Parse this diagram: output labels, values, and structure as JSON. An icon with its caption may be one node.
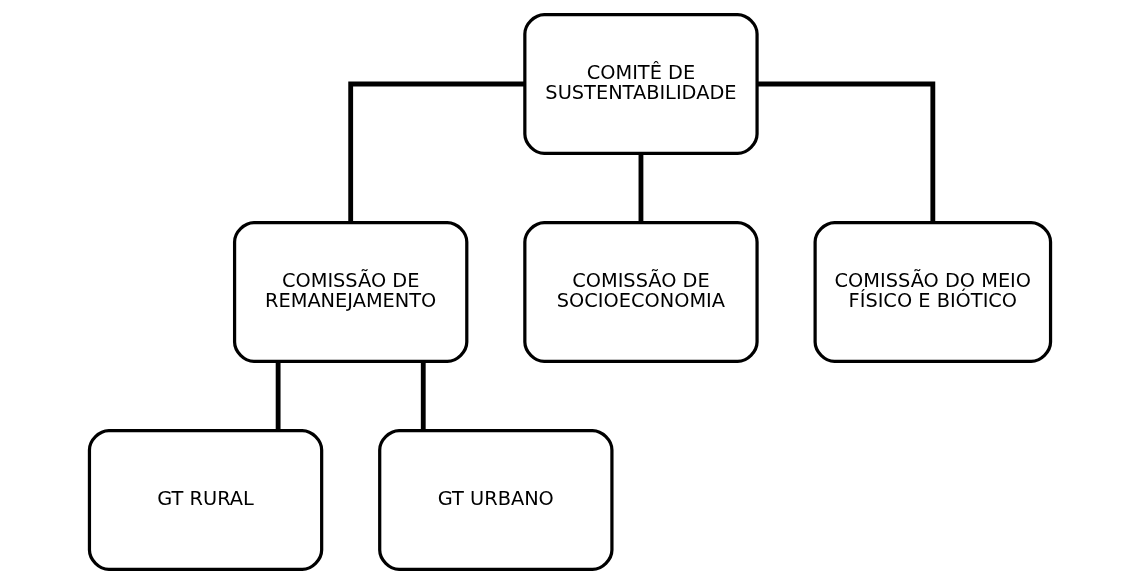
{
  "diagram": {
    "nodes": [
      {
        "text": [
          "COMITÊ DE SUSTENTABILIDADE"
        ]
      },
      {
        "text": [
          "COMISSÃO DE REMANEJAMENTO"
        ]
      },
      {
        "text": [
          "COMISSÃO DE SOCIOECONOMIA"
        ]
      },
      {
        "text": [
          "COMISSÃO DO MEIO FÍSICO E BIÓTICO"
        ]
      },
      {
        "text": [
          "GT RURAL"
        ]
      },
      {
        "text": [
          "GT URBANO"
        ]
      }
    ],
    "edges": [
      {
        "from": 0,
        "to": 1,
        "arrow": "none"
      },
      {
        "from": 0,
        "to": 2,
        "arrow": "none"
      },
      {
        "from": 0,
        "to": 3,
        "arrow": "none"
      },
      {
        "from": 1,
        "to": 4,
        "arrow": "none"
      },
      {
        "from": 1,
        "to": 5,
        "arrow": "none"
      }
    ]
  }
}
